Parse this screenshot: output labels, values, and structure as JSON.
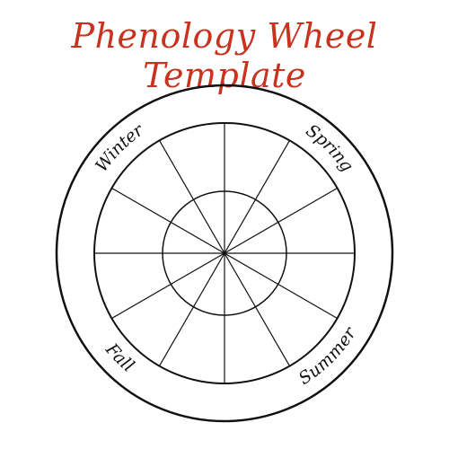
{
  "title": "Phenology Wheel Template",
  "colors": {
    "title": "#c8321e",
    "line": "#111111"
  },
  "wheel": {
    "sectors": 12,
    "seasons": [
      {
        "id": "winter",
        "label": "Winter",
        "angle_deg": -135
      },
      {
        "id": "spring",
        "label": "Spring",
        "angle_deg": -45
      },
      {
        "id": "summer",
        "label": "Summer",
        "angle_deg": 45
      },
      {
        "id": "fall",
        "label": "Fall",
        "angle_deg": 135
      }
    ]
  }
}
